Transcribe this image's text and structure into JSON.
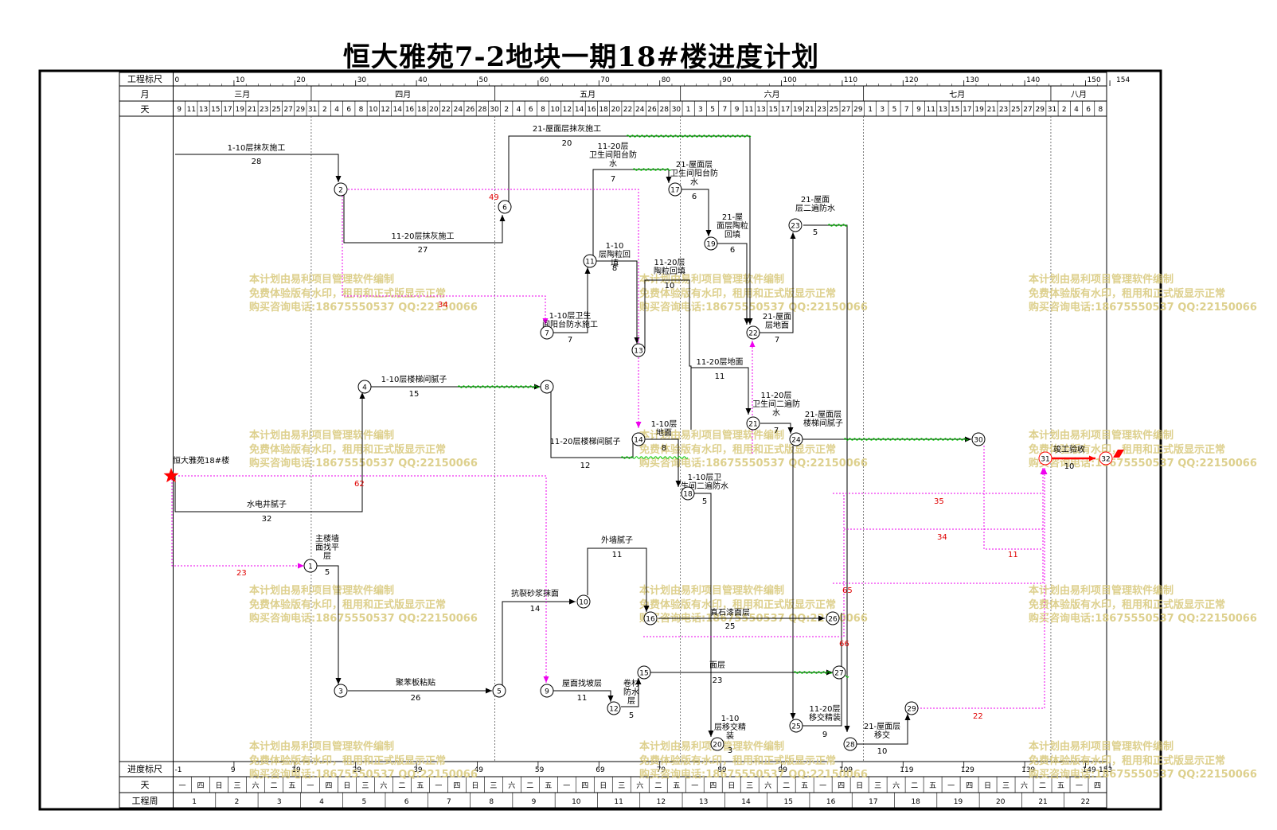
{
  "title": "恒大雅苑7-2地块一期18#楼进度计划",
  "header": {
    "scale_label": "工程标尺",
    "month_label": "月",
    "day_label": "天",
    "scale_ticks": [
      "0",
      "10",
      "20",
      "30",
      "40",
      "50",
      "60",
      "70",
      "80",
      "90",
      "100",
      "110",
      "120",
      "130",
      "140",
      "150",
      "154"
    ],
    "months": [
      "三月",
      "四月",
      "五月",
      "六月",
      "七月",
      "八月"
    ],
    "days_mar": [
      "9",
      "11",
      "13",
      "15",
      "17",
      "19",
      "21",
      "23",
      "25",
      "27",
      "29",
      "31"
    ],
    "days_apr": [
      "2",
      "4",
      "6",
      "8",
      "10",
      "12",
      "14",
      "16",
      "18",
      "20",
      "22",
      "24",
      "26",
      "28",
      "30"
    ],
    "days_may": [
      "2",
      "4",
      "6",
      "8",
      "10",
      "12",
      "14",
      "16",
      "18",
      "20",
      "22",
      "24",
      "26",
      "28",
      "30"
    ],
    "days_jun": [
      "1",
      "3",
      "5",
      "7",
      "9",
      "11",
      "13",
      "15",
      "17",
      "19",
      "21",
      "23",
      "25",
      "27",
      "29"
    ],
    "days_jul": [
      "1",
      "3",
      "5",
      "7",
      "9",
      "11",
      "13",
      "15",
      "17",
      "19",
      "21",
      "23",
      "25",
      "27",
      "29",
      "31"
    ],
    "days_aug": [
      "2",
      "4",
      "6",
      "8"
    ]
  },
  "footer": {
    "progress_label": "进度标尺",
    "day_label": "天",
    "week_label": "工程周",
    "progress_ticks": [
      "-1",
      "9",
      "19",
      "29",
      "39",
      "49",
      "59",
      "69",
      "79",
      "89",
      "99",
      "109",
      "119",
      "129",
      "139",
      "149",
      "153"
    ],
    "weekdays": [
      "一",
      "四",
      "日",
      "三",
      "六",
      "二",
      "五",
      "一",
      "四",
      "日",
      "三",
      "六",
      "二",
      "五",
      "一",
      "四",
      "日",
      "三",
      "六",
      "二",
      "五",
      "一",
      "四",
      "日",
      "三",
      "六",
      "二",
      "五",
      "一",
      "四",
      "日",
      "三",
      "六",
      "二",
      "五",
      "一",
      "四",
      "日",
      "三",
      "六",
      "二",
      "五",
      "一",
      "四",
      "日",
      "三",
      "六",
      "二",
      "五",
      "一",
      "四"
    ],
    "weeks": [
      "1",
      "2",
      "3",
      "4",
      "5",
      "6",
      "7",
      "8",
      "9",
      "10",
      "11",
      "12",
      "13",
      "14",
      "15",
      "16",
      "17",
      "18",
      "19",
      "20",
      "21",
      "22"
    ]
  },
  "project_start": "恒大雅苑18#楼",
  "tasks": [
    {
      "label": "1-10层抹灰施工",
      "days": "28"
    },
    {
      "label": "11-20层抹灰施工",
      "days": "27"
    },
    {
      "label": "21-屋面层抹灰施工",
      "days": "20"
    },
    {
      "label": "11-20层卫生间阳台防水",
      "days": "7"
    },
    {
      "label": "21-屋面层卫生间阳台防水",
      "days": "6"
    },
    {
      "label": "21-屋面层陶粒回填",
      "days": "6"
    },
    {
      "label": "21-屋面层二遍防水",
      "days": "5"
    },
    {
      "label": "1-10层陶粒回填",
      "days": "8"
    },
    {
      "label": "11-20层陶粒回填",
      "days": "10"
    },
    {
      "label": "1-10层卫生间阳台防水施工",
      "days": "7"
    },
    {
      "label": "21-屋面层地面",
      "days": "7"
    },
    {
      "label": "1-10层楼梯间腻子",
      "days": "15"
    },
    {
      "label": "11-20层楼梯间腻子",
      "days": "12"
    },
    {
      "label": "1-10层地面",
      "days": "8"
    },
    {
      "label": "11-20层地面",
      "days": "11"
    },
    {
      "label": "11-20层卫生间二遍防水",
      "days": "7"
    },
    {
      "label": "21-屋面层楼梯间腻子",
      "days": ""
    },
    {
      "label": "1-10层卫生间二遍防水",
      "days": "5"
    },
    {
      "label": "水电井腻子",
      "days": "32"
    },
    {
      "label": "主楼墙面找平层",
      "days": "5"
    },
    {
      "label": "外墙腻子",
      "days": "11"
    },
    {
      "label": "抗裂砂浆抹面",
      "days": "14"
    },
    {
      "label": "真石漆面层",
      "days": "25"
    },
    {
      "label": "面层",
      "days": "23"
    },
    {
      "label": "聚苯板粘贴",
      "days": "26"
    },
    {
      "label": "屋面找坡层",
      "days": "11"
    },
    {
      "label": "卷材防水层",
      "days": "5"
    },
    {
      "label": "1-10层移交精装",
      "days": "3"
    },
    {
      "label": "11-20层移交精装",
      "days": "9"
    },
    {
      "label": "21-屋面层移交",
      "days": "10"
    },
    {
      "label": "竣工验收",
      "days": "10"
    }
  ],
  "float_values": [
    "49",
    "34",
    "62",
    "23",
    "35",
    "34",
    "11",
    "65",
    "66",
    "22"
  ],
  "watermark": {
    "line1": "本计划由易利项目管理软件编制",
    "line2": "免费体验版有水印，租用和正式版显示正常",
    "line3": "购买咨询电话:18675550537 QQ:22150066"
  },
  "colors": {
    "critical": "#ff0000",
    "free_float": "#00cc00",
    "dependency": "#ee00ee",
    "watermark": "#d8c87a"
  }
}
